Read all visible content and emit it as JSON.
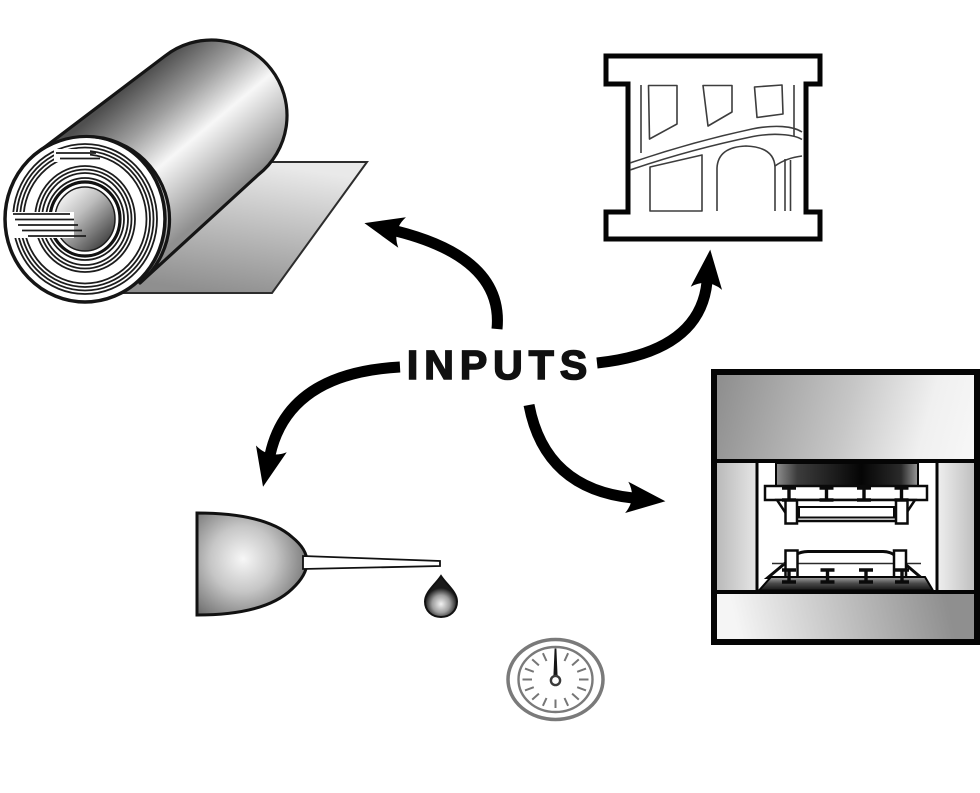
{
  "figure": {
    "center_label": "INPUTS",
    "background_color": "#ffffff",
    "ink_color": "#000000",
    "nodes": [
      {
        "id": "sheet-metal-coil",
        "icon": "sheet-metal-coil-icon",
        "position": "top-left"
      },
      {
        "id": "stamped-body-panel",
        "icon": "stamped-panel-icon",
        "position": "top-right"
      },
      {
        "id": "stamping-press",
        "icon": "stamping-press-icon",
        "position": "bottom-right"
      },
      {
        "id": "lubricant-drop",
        "icon": "oil-can-drop-icon",
        "position": "bottom-left"
      },
      {
        "id": "time-gauge",
        "icon": "clock-icon",
        "position": "bottom-center"
      }
    ],
    "arrows": [
      {
        "from": "center_label",
        "to": "sheet-metal-coil"
      },
      {
        "from": "center_label",
        "to": "stamped-body-panel"
      },
      {
        "from": "center_label",
        "to": "lubricant-drop"
      },
      {
        "from": "center_label",
        "to": "stamping-press"
      }
    ]
  }
}
